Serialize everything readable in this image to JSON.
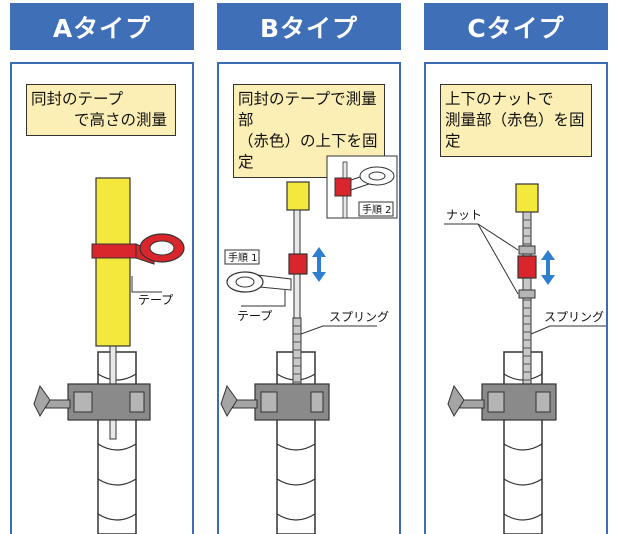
{
  "panels": [
    {
      "title": "Aタイプ",
      "note_line1": "同封のテープ",
      "note_line2": "で高さの測量",
      "labels": {
        "tape": "テープ"
      }
    },
    {
      "title": "Bタイプ",
      "note_line1": "同封のテープで測量部",
      "note_line2": "（赤色）の上下を固定",
      "labels": {
        "step1": "手順 1",
        "step2": "手順 2",
        "tape": "テープ",
        "spring": "スプリング"
      }
    },
    {
      "title": "Cタイプ",
      "note_line1": "上下のナットで",
      "note_line2": "測量部（赤色）を固定",
      "labels": {
        "nut": "ナット",
        "spring": "スプリング"
      }
    }
  ],
  "colors": {
    "header_blue": "#3f6fb6",
    "border_blue": "#3d6cb3",
    "note_yellow": "#fbefb6",
    "marker_yellow": "#f3e83b",
    "marker_red": "#d9262c",
    "arrow_blue": "#2f7fd0",
    "clamp_gray": "#8a8a8a"
  }
}
